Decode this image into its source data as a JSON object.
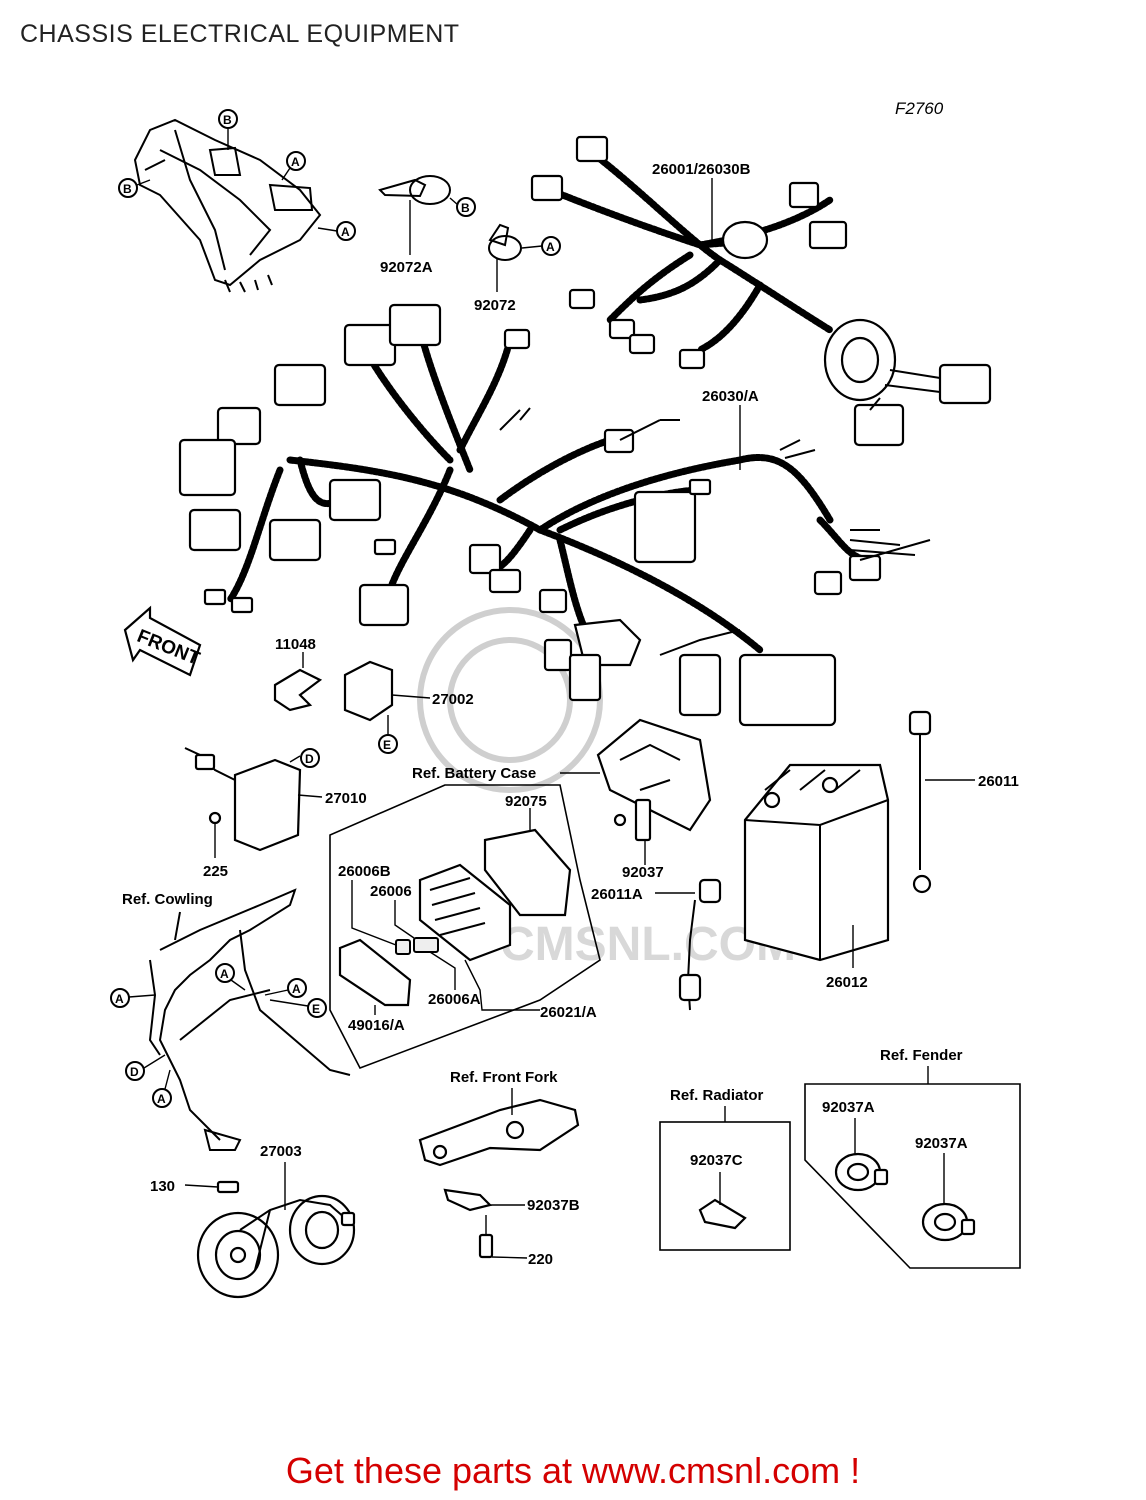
{
  "title": "CHASSIS ELECTRICAL EQUIPMENT",
  "figure_code": "F2760",
  "front_label": "FRONT",
  "watermark": "CMSNL.COM",
  "footer": {
    "text": "Get these parts at www.cmsnl.com !"
  },
  "parts": {
    "p26001": "26001/26030B",
    "p92072A": "92072A",
    "p92072": "92072",
    "p26030A": "26030/A",
    "p11048": "11048",
    "p27002": "27002",
    "p27010": "27010",
    "p225": "225",
    "p92075": "92075",
    "p26011": "26011",
    "p92037": "92037",
    "p26011A": "26011A",
    "p26006B": "26006B",
    "p26006": "26006",
    "p26006A": "26006A",
    "p26021A": "26021/A",
    "p49016A": "49016/A",
    "p26012": "26012",
    "p27003": "27003",
    "p130": "130",
    "p92037B": "92037B",
    "p220": "220",
    "p92037C": "92037C",
    "p92037A1": "92037A",
    "p92037A2": "92037A"
  },
  "refs": {
    "battery_case": "Ref. Battery Case",
    "cowling": "Ref. Cowling",
    "front_fork": "Ref. Front Fork",
    "radiator": "Ref. Radiator",
    "fender": "Ref. Fender"
  },
  "circle_letters": {
    "a": "A",
    "b": "B",
    "d": "D",
    "e": "E"
  }
}
